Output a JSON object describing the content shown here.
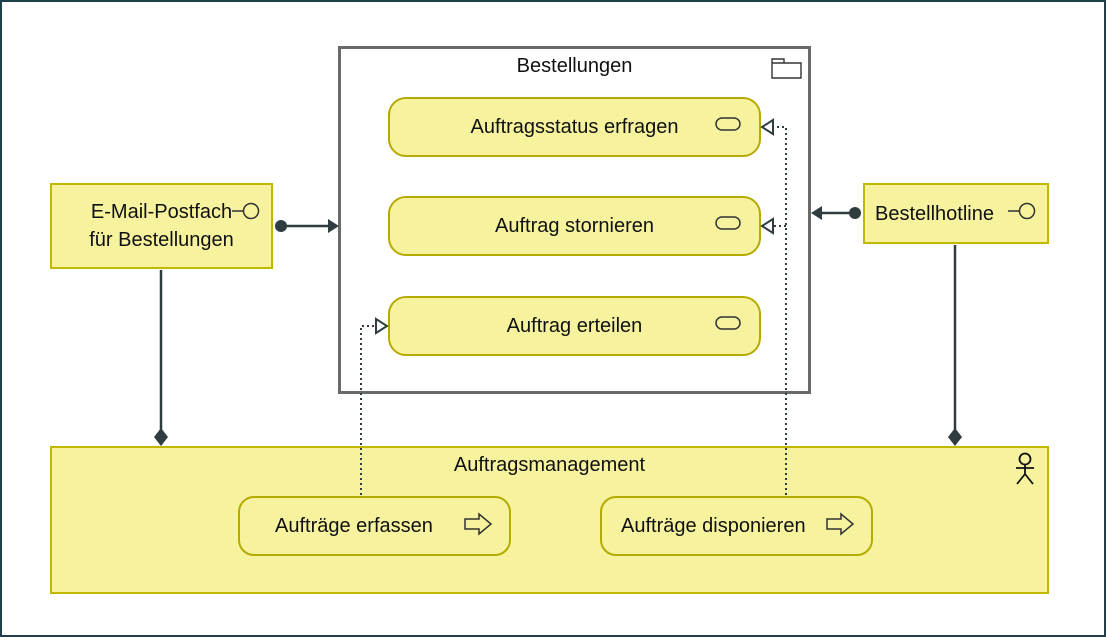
{
  "group": {
    "title": "Bestellungen",
    "icon": "folder-icon"
  },
  "services": [
    {
      "label": "Auftragsstatus erfragen",
      "icon": "service-pill-icon"
    },
    {
      "label": "Auftrag stornieren",
      "icon": "service-pill-icon"
    },
    {
      "label": "Auftrag erteilen",
      "icon": "service-pill-icon"
    }
  ],
  "interfaces": {
    "email": {
      "line1": "E-Mail-Postfach",
      "line2": "für Bestellungen",
      "icon": "interface-lollipop-icon"
    },
    "hotline": {
      "label": "Bestellhotline",
      "icon": "interface-lollipop-icon"
    }
  },
  "actor": {
    "title": "Auftragsmanagement",
    "icon": "actor-icon"
  },
  "processes": [
    {
      "label": "Aufträge erfassen",
      "icon": "process-arrow-icon"
    },
    {
      "label": "Aufträge disponieren",
      "icon": "process-arrow-icon"
    }
  ],
  "colors": {
    "fill": "#f6f29e",
    "border": "#c2b800",
    "connector": "#2f3d40",
    "frame": "#1f3f4a"
  }
}
